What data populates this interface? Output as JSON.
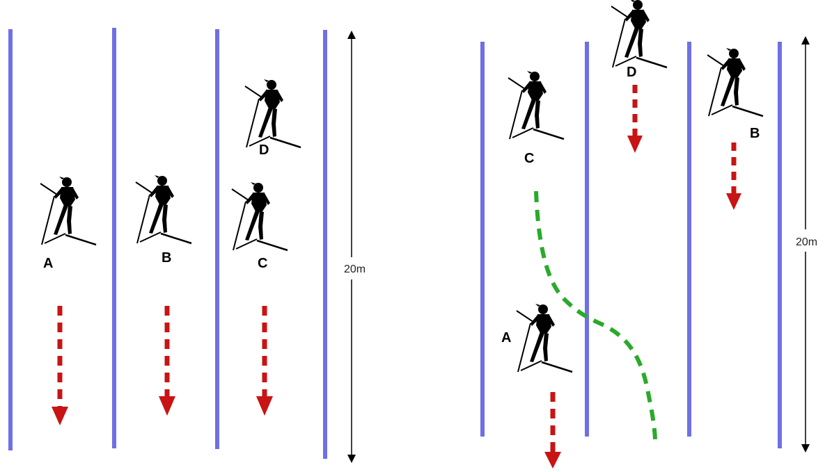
{
  "colors": {
    "lane_line": "#6f6fe6",
    "arrow": "#c81414",
    "path": "#2aaa2a",
    "skier": "#000000",
    "dimension": "#000000"
  },
  "left_panel": {
    "distance_label": "20m",
    "skiers": [
      {
        "id": "A",
        "label": "A"
      },
      {
        "id": "B",
        "label": "B"
      },
      {
        "id": "C",
        "label": "C"
      },
      {
        "id": "D",
        "label": "D"
      }
    ]
  },
  "right_panel": {
    "distance_label": "20m",
    "skiers": [
      {
        "id": "A",
        "label": "A"
      },
      {
        "id": "B",
        "label": "B"
      },
      {
        "id": "C",
        "label": "C"
      },
      {
        "id": "D",
        "label": "D"
      }
    ]
  }
}
